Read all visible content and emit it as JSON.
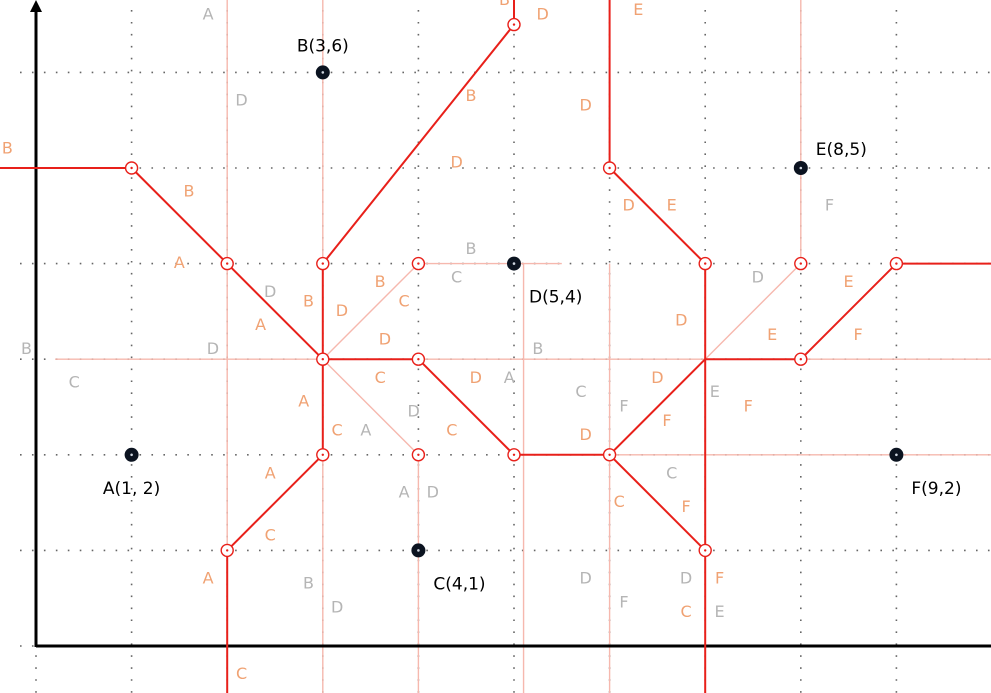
{
  "chart_data": {
    "type": "voronoi-diagram",
    "grid": true,
    "axes": {
      "x_range": [
        -1,
        10
      ],
      "y_range": [
        -0.5,
        7
      ]
    },
    "colors": {
      "axis": "#000000",
      "grid_dot": "#666666",
      "edge": "#e8201a",
      "faint_edge": "#f6b8ae",
      "vertex": "#e8201a",
      "site": "#0b1320",
      "label_orange": "#f0a273",
      "label_gray": "#b5b5b5"
    },
    "sites": [
      {
        "id": "A",
        "x": 1,
        "y": 2,
        "label": "A(1, 2)",
        "label_pos": "below"
      },
      {
        "id": "B",
        "x": 3,
        "y": 6,
        "label": "B(3,6)",
        "label_pos": "above"
      },
      {
        "id": "C",
        "x": 4,
        "y": 1,
        "label": "C(4,1)",
        "label_pos": "below-right"
      },
      {
        "id": "D",
        "x": 5,
        "y": 4,
        "label": "D(5,4)",
        "label_pos": "below-right"
      },
      {
        "id": "E",
        "x": 8,
        "y": 5,
        "label": "E(8,5)",
        "label_pos": "right"
      },
      {
        "id": "F",
        "x": 9,
        "y": 2,
        "label": "F(9,2)",
        "label_pos": "below-right"
      }
    ],
    "vertices": [
      [
        1,
        5
      ],
      [
        2,
        4
      ],
      [
        3,
        4
      ],
      [
        4,
        4
      ],
      [
        5,
        6.5
      ],
      [
        6,
        5
      ],
      [
        7,
        4
      ],
      [
        8,
        4
      ],
      [
        9,
        4
      ],
      [
        3,
        3
      ],
      [
        4,
        3
      ],
      [
        8,
        3
      ],
      [
        3,
        2
      ],
      [
        4,
        2
      ],
      [
        5,
        2
      ],
      [
        6,
        2
      ],
      [
        2,
        1
      ],
      [
        7,
        1
      ]
    ],
    "edges": [
      [
        [
          -1,
          5
        ],
        [
          1,
          5
        ]
      ],
      [
        [
          1,
          5
        ],
        [
          2,
          4
        ]
      ],
      [
        [
          2,
          4
        ],
        [
          3,
          3
        ]
      ],
      [
        [
          3,
          3
        ],
        [
          3,
          4
        ]
      ],
      [
        [
          3,
          4
        ],
        [
          5,
          6.5
        ]
      ],
      [
        [
          5,
          6.5
        ],
        [
          5,
          7
        ]
      ],
      [
        [
          3,
          3
        ],
        [
          4,
          3
        ]
      ],
      [
        [
          4,
          3
        ],
        [
          5,
          2
        ]
      ],
      [
        [
          5,
          2
        ],
        [
          6,
          2
        ]
      ],
      [
        [
          3,
          3
        ],
        [
          3,
          2
        ]
      ],
      [
        [
          3,
          2
        ],
        [
          2,
          1
        ]
      ],
      [
        [
          2,
          1
        ],
        [
          2,
          -0.5
        ]
      ],
      [
        [
          6,
          7
        ],
        [
          6,
          5
        ]
      ],
      [
        [
          6,
          5
        ],
        [
          7,
          4
        ]
      ],
      [
        [
          7,
          4
        ],
        [
          7,
          1
        ]
      ],
      [
        [
          7,
          1
        ],
        [
          7,
          -0.5
        ]
      ],
      [
        [
          6,
          2
        ],
        [
          7,
          3
        ]
      ],
      [
        [
          6,
          2
        ],
        [
          7,
          1
        ]
      ],
      [
        [
          7,
          3
        ],
        [
          8,
          3
        ]
      ],
      [
        [
          8,
          3
        ],
        [
          9,
          4
        ]
      ],
      [
        [
          9,
          4
        ],
        [
          10,
          4
        ]
      ]
    ],
    "faint_edges": [
      [
        [
          3,
          3
        ],
        [
          4,
          4
        ]
      ],
      [
        [
          3,
          3
        ],
        [
          4,
          2
        ]
      ],
      [
        [
          4,
          4
        ],
        [
          5.5,
          4
        ]
      ],
      [
        [
          7,
          3
        ],
        [
          8,
          4
        ]
      ],
      [
        [
          8,
          4
        ],
        [
          8,
          7
        ]
      ],
      [
        [
          2,
          -0.5
        ],
        [
          2,
          7
        ]
      ],
      [
        [
          3,
          -0.5
        ],
        [
          3,
          7
        ]
      ],
      [
        [
          4,
          -0.5
        ],
        [
          4,
          2
        ]
      ],
      [
        [
          0.2,
          3
        ],
        [
          10,
          3
        ]
      ],
      [
        [
          6,
          2
        ],
        [
          10,
          2
        ]
      ],
      [
        [
          6,
          -0.5
        ],
        [
          6,
          4
        ]
      ],
      [
        [
          5.1,
          -0.5
        ],
        [
          5.1,
          4
        ]
      ]
    ],
    "region_labels": [
      {
        "text": "A",
        "x": 1.8,
        "y": 6.6,
        "color": "gray"
      },
      {
        "text": "D",
        "x": 2.15,
        "y": 5.7,
        "color": "gray"
      },
      {
        "text": "B",
        "x": 4.9,
        "y": 6.75,
        "color": "orange"
      },
      {
        "text": "D",
        "x": 5.3,
        "y": 6.6,
        "color": "orange"
      },
      {
        "text": "E",
        "x": 6.3,
        "y": 6.65,
        "color": "orange"
      },
      {
        "text": "B",
        "x": 4.55,
        "y": 5.75,
        "color": "orange"
      },
      {
        "text": "D",
        "x": 5.75,
        "y": 5.65,
        "color": "orange"
      },
      {
        "text": "B",
        "x": -0.3,
        "y": 5.2,
        "color": "orange"
      },
      {
        "text": "B",
        "x": 1.6,
        "y": 4.75,
        "color": "orange"
      },
      {
        "text": "D",
        "x": 4.4,
        "y": 5.05,
        "color": "orange"
      },
      {
        "text": "D",
        "x": 6.2,
        "y": 4.6,
        "color": "orange"
      },
      {
        "text": "E",
        "x": 6.65,
        "y": 4.6,
        "color": "orange"
      },
      {
        "text": "F",
        "x": 8.3,
        "y": 4.6,
        "color": "gray"
      },
      {
        "text": "A",
        "x": 1.5,
        "y": 4.0,
        "color": "orange"
      },
      {
        "text": "B",
        "x": 4.55,
        "y": 4.15,
        "color": "gray"
      },
      {
        "text": "C",
        "x": 4.4,
        "y": 3.85,
        "color": "gray"
      },
      {
        "text": "D",
        "x": 2.45,
        "y": 3.7,
        "color": "gray"
      },
      {
        "text": "B",
        "x": 2.85,
        "y": 3.6,
        "color": "orange"
      },
      {
        "text": "B",
        "x": 3.6,
        "y": 3.8,
        "color": "orange"
      },
      {
        "text": "C",
        "x": 3.85,
        "y": 3.6,
        "color": "orange"
      },
      {
        "text": "D",
        "x": 3.2,
        "y": 3.5,
        "color": "orange"
      },
      {
        "text": "D",
        "x": 7.55,
        "y": 3.85,
        "color": "gray"
      },
      {
        "text": "E",
        "x": 8.5,
        "y": 3.8,
        "color": "orange"
      },
      {
        "text": "A",
        "x": 2.35,
        "y": 3.35,
        "color": "orange"
      },
      {
        "text": "D",
        "x": 6.75,
        "y": 3.4,
        "color": "orange"
      },
      {
        "text": "D",
        "x": 3.65,
        "y": 3.2,
        "color": "orange"
      },
      {
        "text": "B",
        "x": -0.1,
        "y": 3.1,
        "color": "gray"
      },
      {
        "text": "D",
        "x": 1.85,
        "y": 3.1,
        "color": "gray"
      },
      {
        "text": "B",
        "x": 5.25,
        "y": 3.1,
        "color": "gray"
      },
      {
        "text": "E",
        "x": 7.7,
        "y": 3.25,
        "color": "orange"
      },
      {
        "text": "F",
        "x": 8.6,
        "y": 3.25,
        "color": "orange"
      },
      {
        "text": "C",
        "x": 0.4,
        "y": 2.75,
        "color": "gray"
      },
      {
        "text": "C",
        "x": 3.6,
        "y": 2.8,
        "color": "orange"
      },
      {
        "text": "D",
        "x": 4.6,
        "y": 2.8,
        "color": "orange"
      },
      {
        "text": "A",
        "x": 4.95,
        "y": 2.8,
        "color": "gray"
      },
      {
        "text": "D",
        "x": 6.5,
        "y": 2.8,
        "color": "orange"
      },
      {
        "text": "C",
        "x": 5.7,
        "y": 2.65,
        "color": "gray"
      },
      {
        "text": "F",
        "x": 6.15,
        "y": 2.5,
        "color": "gray"
      },
      {
        "text": "E",
        "x": 7.1,
        "y": 2.65,
        "color": "gray"
      },
      {
        "text": "F",
        "x": 7.45,
        "y": 2.5,
        "color": "orange"
      },
      {
        "text": "A",
        "x": 2.8,
        "y": 2.55,
        "color": "orange"
      },
      {
        "text": "D",
        "x": 3.95,
        "y": 2.45,
        "color": "gray"
      },
      {
        "text": "F",
        "x": 6.6,
        "y": 2.35,
        "color": "orange"
      },
      {
        "text": "C",
        "x": 3.15,
        "y": 2.25,
        "color": "orange"
      },
      {
        "text": "A",
        "x": 3.45,
        "y": 2.25,
        "color": "gray"
      },
      {
        "text": "C",
        "x": 4.35,
        "y": 2.25,
        "color": "orange"
      },
      {
        "text": "D",
        "x": 5.75,
        "y": 2.2,
        "color": "orange"
      },
      {
        "text": "C",
        "x": 6.65,
        "y": 1.8,
        "color": "gray"
      },
      {
        "text": "A",
        "x": 2.45,
        "y": 1.8,
        "color": "orange"
      },
      {
        "text": "A",
        "x": 3.85,
        "y": 1.6,
        "color": "gray"
      },
      {
        "text": "D",
        "x": 4.15,
        "y": 1.6,
        "color": "gray"
      },
      {
        "text": "C",
        "x": 6.1,
        "y": 1.5,
        "color": "orange"
      },
      {
        "text": "F",
        "x": 6.8,
        "y": 1.45,
        "color": "orange"
      },
      {
        "text": "C",
        "x": 2.45,
        "y": 1.15,
        "color": "orange"
      },
      {
        "text": "A",
        "x": 1.8,
        "y": 0.7,
        "color": "orange"
      },
      {
        "text": "B",
        "x": 2.85,
        "y": 0.65,
        "color": "gray"
      },
      {
        "text": "D",
        "x": 5.75,
        "y": 0.7,
        "color": "gray"
      },
      {
        "text": "D",
        "x": 6.8,
        "y": 0.7,
        "color": "gray"
      },
      {
        "text": "F",
        "x": 7.15,
        "y": 0.7,
        "color": "orange"
      },
      {
        "text": "D",
        "x": 3.15,
        "y": 0.4,
        "color": "gray"
      },
      {
        "text": "F",
        "x": 6.15,
        "y": 0.45,
        "color": "gray"
      },
      {
        "text": "C",
        "x": 6.8,
        "y": 0.35,
        "color": "orange"
      },
      {
        "text": "E",
        "x": 7.15,
        "y": 0.35,
        "color": "gray"
      },
      {
        "text": "C",
        "x": 2.15,
        "y": -0.3,
        "color": "orange"
      }
    ]
  }
}
